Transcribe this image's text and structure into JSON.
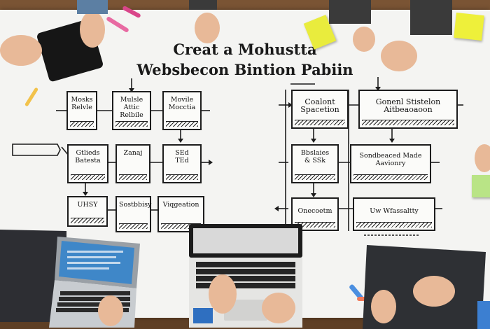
{
  "poster": {
    "title_line1": "Creat a Mohustta",
    "title_line2": "Websbecon Bintion Pabiin"
  },
  "boxes": [
    {
      "id": "b1",
      "text": "Mosks\nRelvle"
    },
    {
      "id": "b2",
      "text": "Mulsle\nAttic\nRelbile"
    },
    {
      "id": "b3",
      "text": "Movile\nMocctia"
    },
    {
      "id": "b4",
      "text": "Coalont\nSpacetion"
    },
    {
      "id": "b5",
      "text": "Gonenl Stistelon\nAitbeaoaoon"
    },
    {
      "id": "b6",
      "text": "Gtlieds\nBatesta"
    },
    {
      "id": "b7",
      "text": "Zanaj"
    },
    {
      "id": "b8",
      "text": "SEd\nTEd"
    },
    {
      "id": "b9",
      "text": "Bbslaies\n& SSk"
    },
    {
      "id": "b10",
      "text": "Sondbeaced Made\nAavionry"
    },
    {
      "id": "b11",
      "text": "UHSY"
    },
    {
      "id": "b12",
      "text": "Sostbbisy"
    },
    {
      "id": "b13",
      "text": "Viqgeation"
    },
    {
      "id": "b14",
      "text": "Onecoetm"
    },
    {
      "id": "b15",
      "text": "Uw Wfassaltty"
    }
  ],
  "colors": {
    "table": "#6b4a2e",
    "paper": "#f4f4f2",
    "sticky_yellow": "#e9ec3d",
    "sticky_green": "#b9e486",
    "screen_blue": "#3f87c8"
  }
}
